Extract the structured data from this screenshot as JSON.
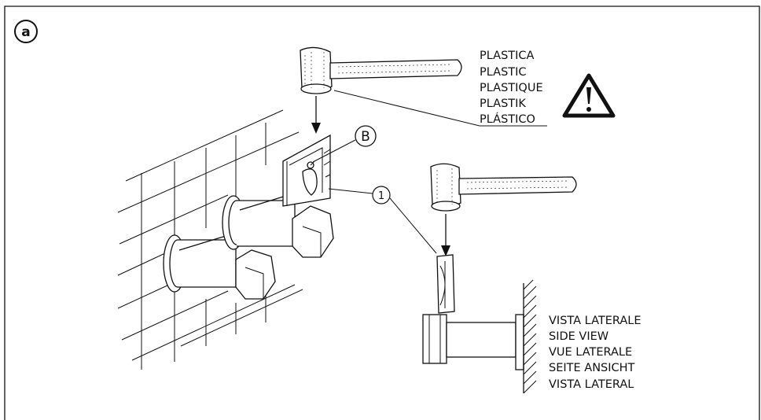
{
  "panel_label": "a",
  "callouts": {
    "b": "B",
    "one": "1"
  },
  "mallet_material": [
    "PLASTICA",
    "PLASTIC",
    "PLASTIQUE",
    "PLASTIK",
    "PLÁSTICO"
  ],
  "side_view": [
    "VISTA LATERALE",
    "SIDE VIEW",
    "VUE LATERALE",
    "SEITE ANSICHT",
    "VISTA LATERAL"
  ],
  "icons": {
    "warning": "warning-triangle-icon",
    "mallet": "plastic-mallet-icon"
  }
}
